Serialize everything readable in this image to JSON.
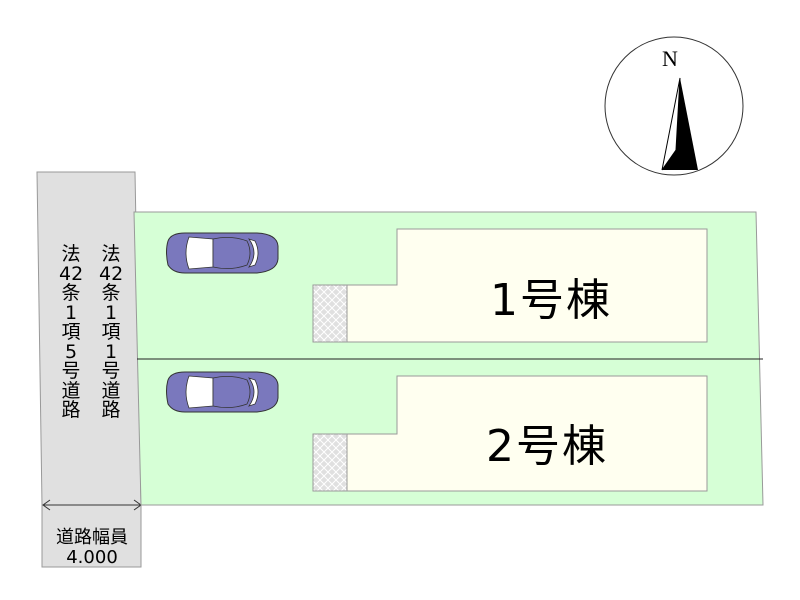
{
  "road": {
    "left_label": [
      "法",
      "42",
      "条",
      "1",
      "項",
      "5",
      "号",
      "道",
      "路"
    ],
    "right_label": [
      "法",
      "42",
      "条",
      "1",
      "項",
      "1",
      "号",
      "道",
      "路"
    ],
    "width_label": "道路幅員",
    "width_value": "4.000"
  },
  "buildings": [
    {
      "label": "1号棟"
    },
    {
      "label": "2号棟"
    }
  ],
  "compass": {
    "label": "N"
  },
  "colors": {
    "lot": "#d6ffd6",
    "building": "#fffff0",
    "road": "#e0e0e0",
    "car": "#7a78bd"
  }
}
